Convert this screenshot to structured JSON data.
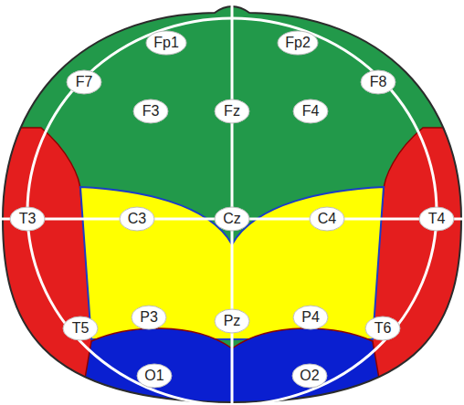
{
  "diagram": {
    "nodes": [
      {
        "text": [
          "Fp1"
        ]
      },
      {
        "text": [
          "Fp2"
        ]
      },
      {
        "text": [
          "F7"
        ]
      },
      {
        "text": [
          "F3"
        ]
      },
      {
        "text": [
          "Fz"
        ]
      },
      {
        "text": [
          "F4"
        ]
      },
      {
        "text": [
          "F8"
        ]
      },
      {
        "text": [
          "T3"
        ]
      },
      {
        "text": [
          "C3"
        ]
      },
      {
        "text": [
          "Cz"
        ]
      },
      {
        "text": [
          "C4"
        ]
      },
      {
        "text": [
          "T4"
        ]
      },
      {
        "text": [
          "T5"
        ]
      },
      {
        "text": [
          "P3"
        ]
      },
      {
        "text": [
          "Pz"
        ]
      },
      {
        "text": [
          "P4"
        ]
      },
      {
        "text": [
          "T6"
        ]
      },
      {
        "text": [
          "O1"
        ]
      },
      {
        "text": [
          "O2"
        ]
      }
    ]
  }
}
